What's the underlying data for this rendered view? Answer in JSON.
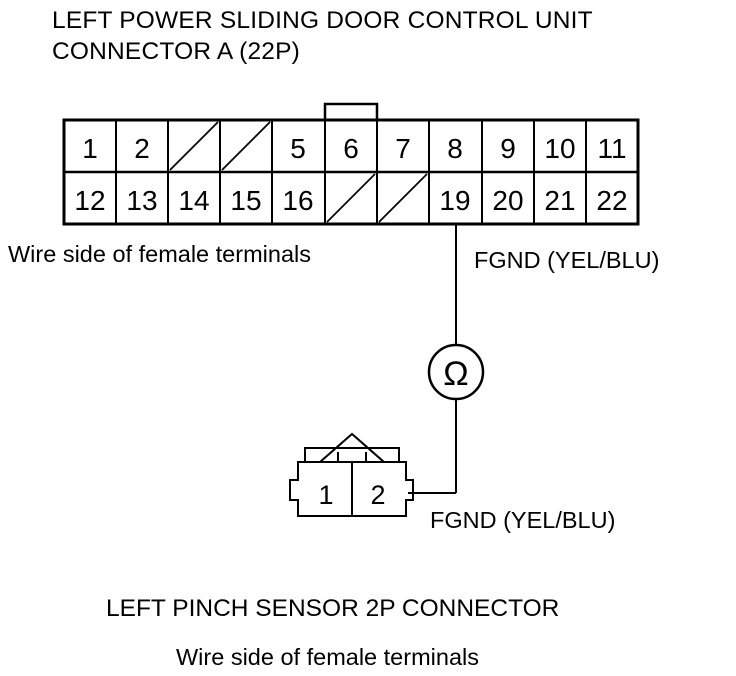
{
  "diagram": {
    "title_line1": "LEFT POWER SLIDING DOOR CONTROL UNIT",
    "title_line2": "CONNECTOR A (22P)",
    "connector_a": {
      "row1": [
        "1",
        "2",
        "",
        "",
        "5",
        "6",
        "7",
        "8",
        "9",
        "10",
        "11"
      ],
      "row2": [
        "12",
        "13",
        "14",
        "15",
        "16",
        "",
        "",
        "19",
        "20",
        "21",
        "22"
      ],
      "caption": "Wire side of female terminals"
    },
    "wire_label_top": "FGND (YEL/BLU)",
    "meter_symbol": "Ω",
    "sensor_connector": {
      "pins": [
        "1",
        "2"
      ],
      "title": "LEFT PINCH SENSOR 2P CONNECTOR",
      "caption": "Wire side of female terminals"
    },
    "wire_label_bottom": "FGND (YEL/BLU)"
  }
}
